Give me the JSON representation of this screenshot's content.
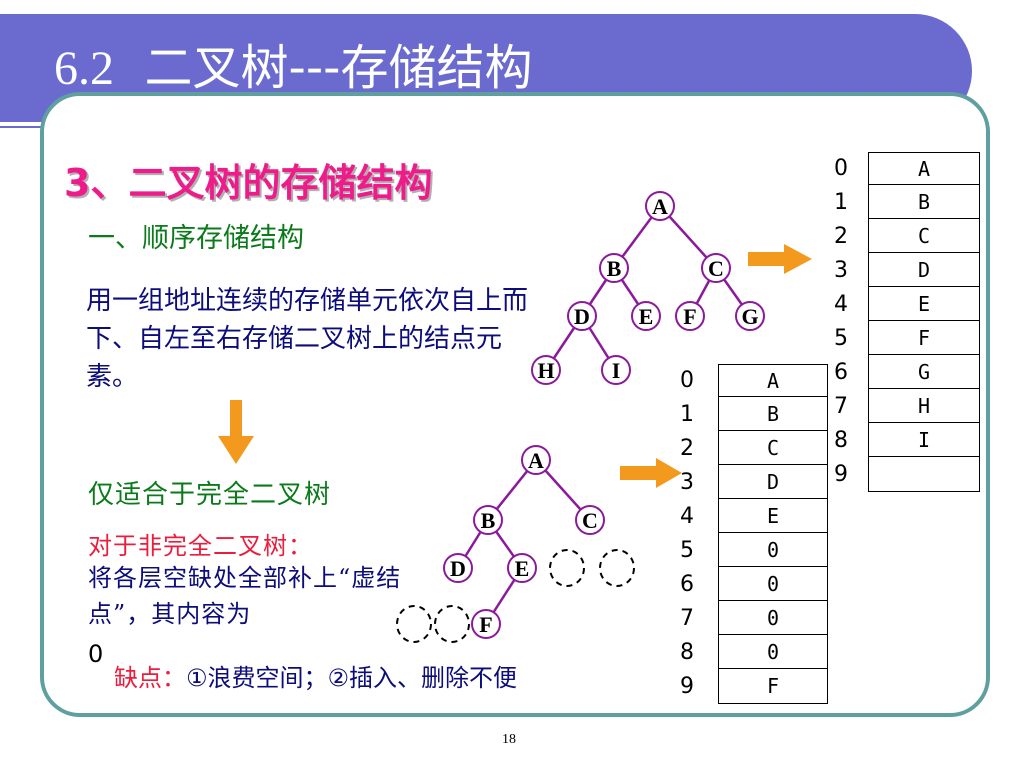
{
  "title": {
    "number": "6.2",
    "text": "二叉树---存储结构"
  },
  "section_heading": "3、二叉树的存储结构",
  "sub_heading": "一、顺序存储结构",
  "description": "用一组地址连续的存储单元依次自上而下、自左至右存储二叉树上的结点元素。",
  "only_complete": "仅适合于完全二叉树",
  "noncomplete_label": "对于非完全二叉树：",
  "noncomplete_text": "将各层空缺处全部补上“虚结点”，其内容为",
  "zero_mark": "0",
  "drawback": {
    "label": "缺点：",
    "text": "①浪费空间；②插入、删除不便"
  },
  "page_number": "18",
  "complete_tree": {
    "nodes": [
      "A",
      "B",
      "C",
      "D",
      "E",
      "F",
      "G",
      "H",
      "I"
    ]
  },
  "complete_array": {
    "indices": [
      "0",
      "1",
      "2",
      "3",
      "4",
      "5",
      "6",
      "7",
      "8",
      "9"
    ],
    "cells": [
      "A",
      "B",
      "C",
      "D",
      "E",
      "F",
      "G",
      "H",
      "I",
      ""
    ]
  },
  "incomplete_tree": {
    "nodes": [
      "A",
      "B",
      "C",
      "D",
      "E",
      "F"
    ]
  },
  "incomplete_array": {
    "indices": [
      "0",
      "1",
      "2",
      "3",
      "4",
      "5",
      "6",
      "7",
      "8",
      "9"
    ],
    "cells": [
      "A",
      "B",
      "C",
      "D",
      "E",
      "0",
      "0",
      "0",
      "0",
      "F"
    ]
  },
  "colors": {
    "title_bar": "#6b6bcf",
    "frame": "#5f9f9f",
    "heading": "#ee1c8a",
    "green_text": "#0b7a1a",
    "red_text": "#ee1c3c",
    "blue_text": "#0c0c7a",
    "tree_edge": "#8a1a9a",
    "arrow": "#f39a1e"
  }
}
